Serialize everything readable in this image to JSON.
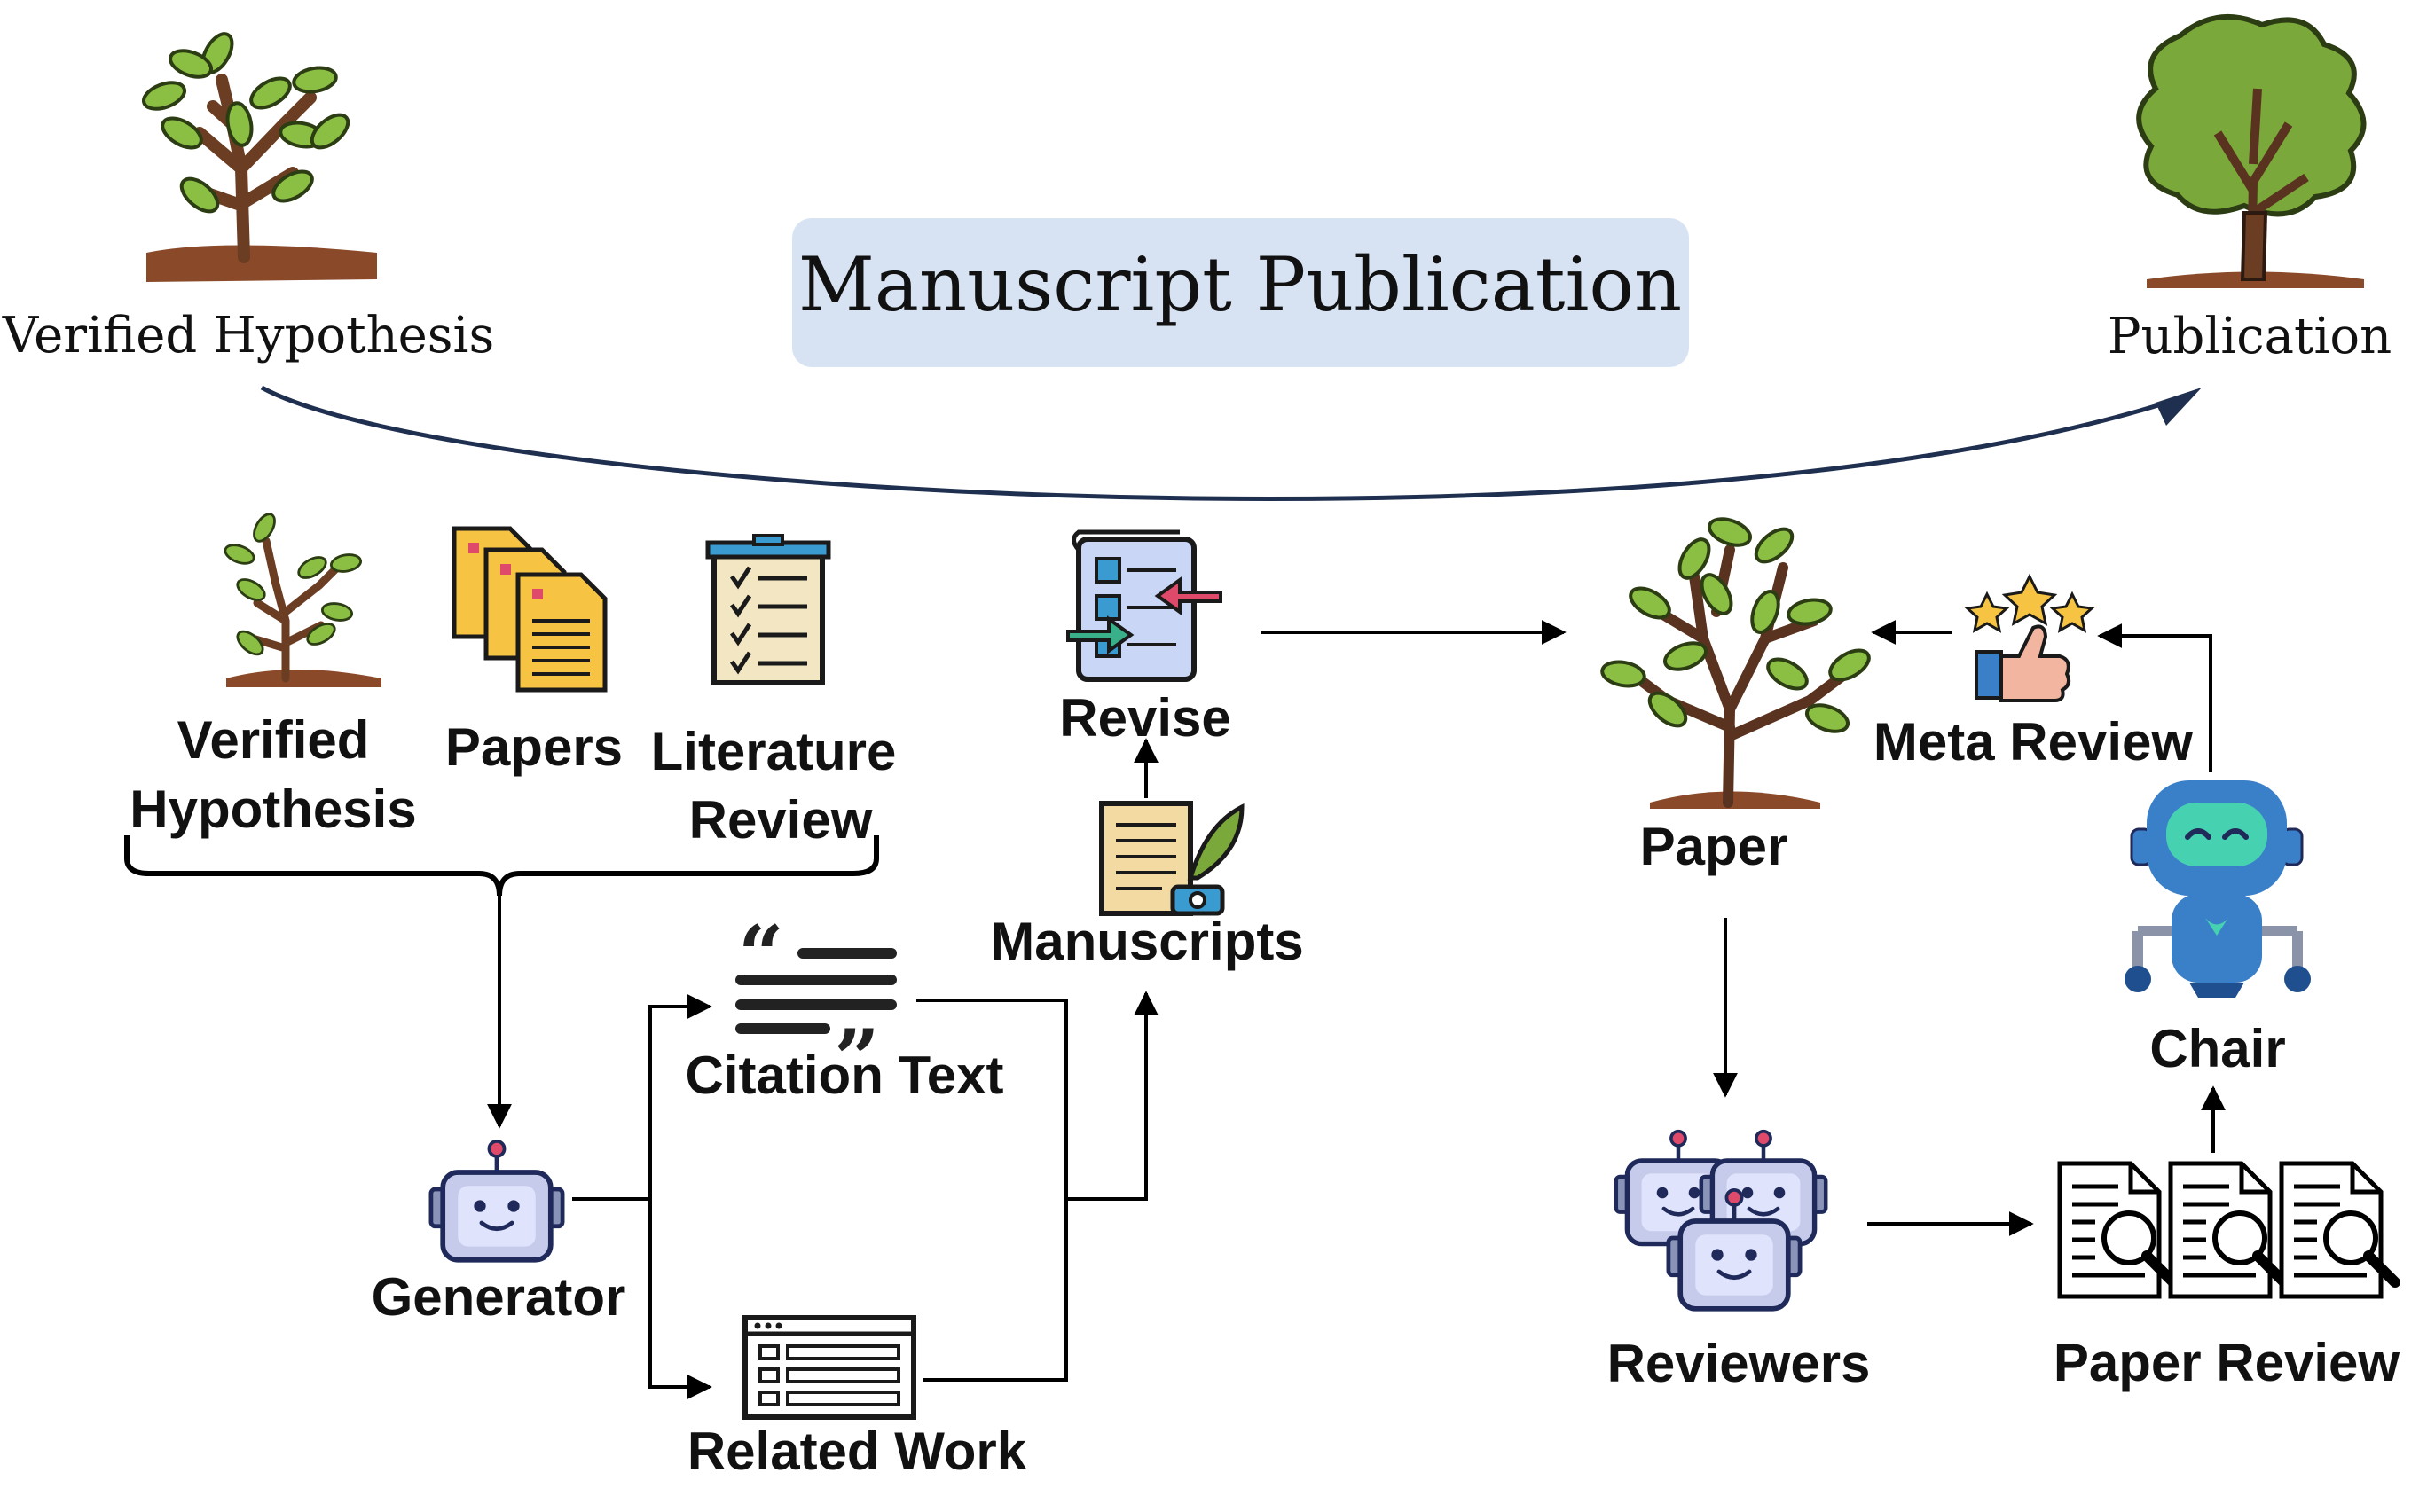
{
  "title": "Manuscript Publication",
  "top": {
    "start_label": "Verified Hypothesis",
    "end_label": "Publication"
  },
  "inputs": {
    "hypothesis_line1": "Verified",
    "hypothesis_line2": "Hypothesis",
    "papers": "Papers",
    "literature_line1": "Literature",
    "literature_line2": "Review"
  },
  "nodes": {
    "generator": "Generator",
    "citation_text": "Citation Text",
    "related_work": "Related Work",
    "manuscripts": "Manuscripts",
    "revise": "Revise",
    "paper": "Paper",
    "meta_review": "Meta Review",
    "chair": "Chair",
    "reviewers": "Reviewers",
    "paper_review": "Paper Review"
  },
  "colors": {
    "title_box": "#d7e3f2",
    "arc": "#1f2f4f",
    "leaf": "#7aa83a",
    "trunk": "#6b3d22",
    "soil": "#8a4a2a",
    "robot_blue": "#3a80c9",
    "robot_face": "#46d1b0"
  }
}
